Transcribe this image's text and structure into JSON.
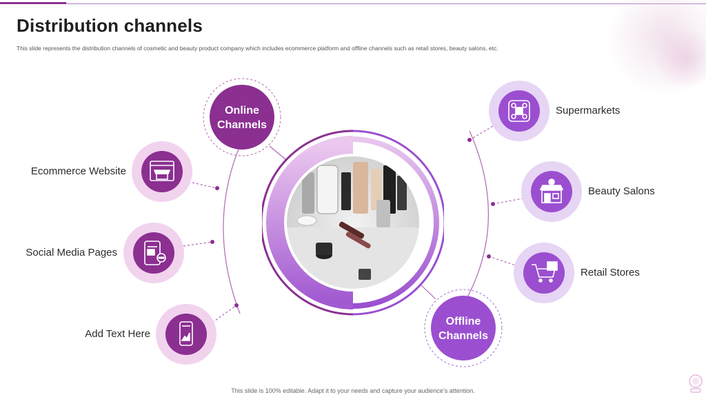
{
  "page": {
    "title": "Distribution channels",
    "subtitle": "This slide represents the distribution channels of cosmetic and beauty product company which includes ecommerce platform and offline channels such as retail stores, beauty salons, etc.",
    "footer": "This slide is 100% editable. Adapt it to your needs and capture your audience’s attention."
  },
  "colors": {
    "primary": "#8b2f91",
    "accent": "#9b4fd0",
    "ring_light": "#f1d3ee",
    "ring_light_right": "#e6d5f4",
    "connector": "#b066b3"
  },
  "hubs": {
    "online": {
      "line1": "Online",
      "line2": "Channels"
    },
    "offline": {
      "line1": "Offline",
      "line2": "Channels"
    }
  },
  "left_channels": [
    {
      "label": "Ecommerce Website",
      "icon": "web-store-icon"
    },
    {
      "label": "Social Media Pages",
      "icon": "social-media-icon"
    },
    {
      "label": "Add Text Here",
      "icon": "smartphone-icon"
    }
  ],
  "right_channels": [
    {
      "label": "Supermarkets",
      "icon": "supermarket-icon"
    },
    {
      "label": "Beauty Salons",
      "icon": "beauty-salon-icon"
    },
    {
      "label": "Retail Stores",
      "icon": "shopping-cart-icon"
    }
  ],
  "center": {
    "image": "cosmetics-photo"
  }
}
